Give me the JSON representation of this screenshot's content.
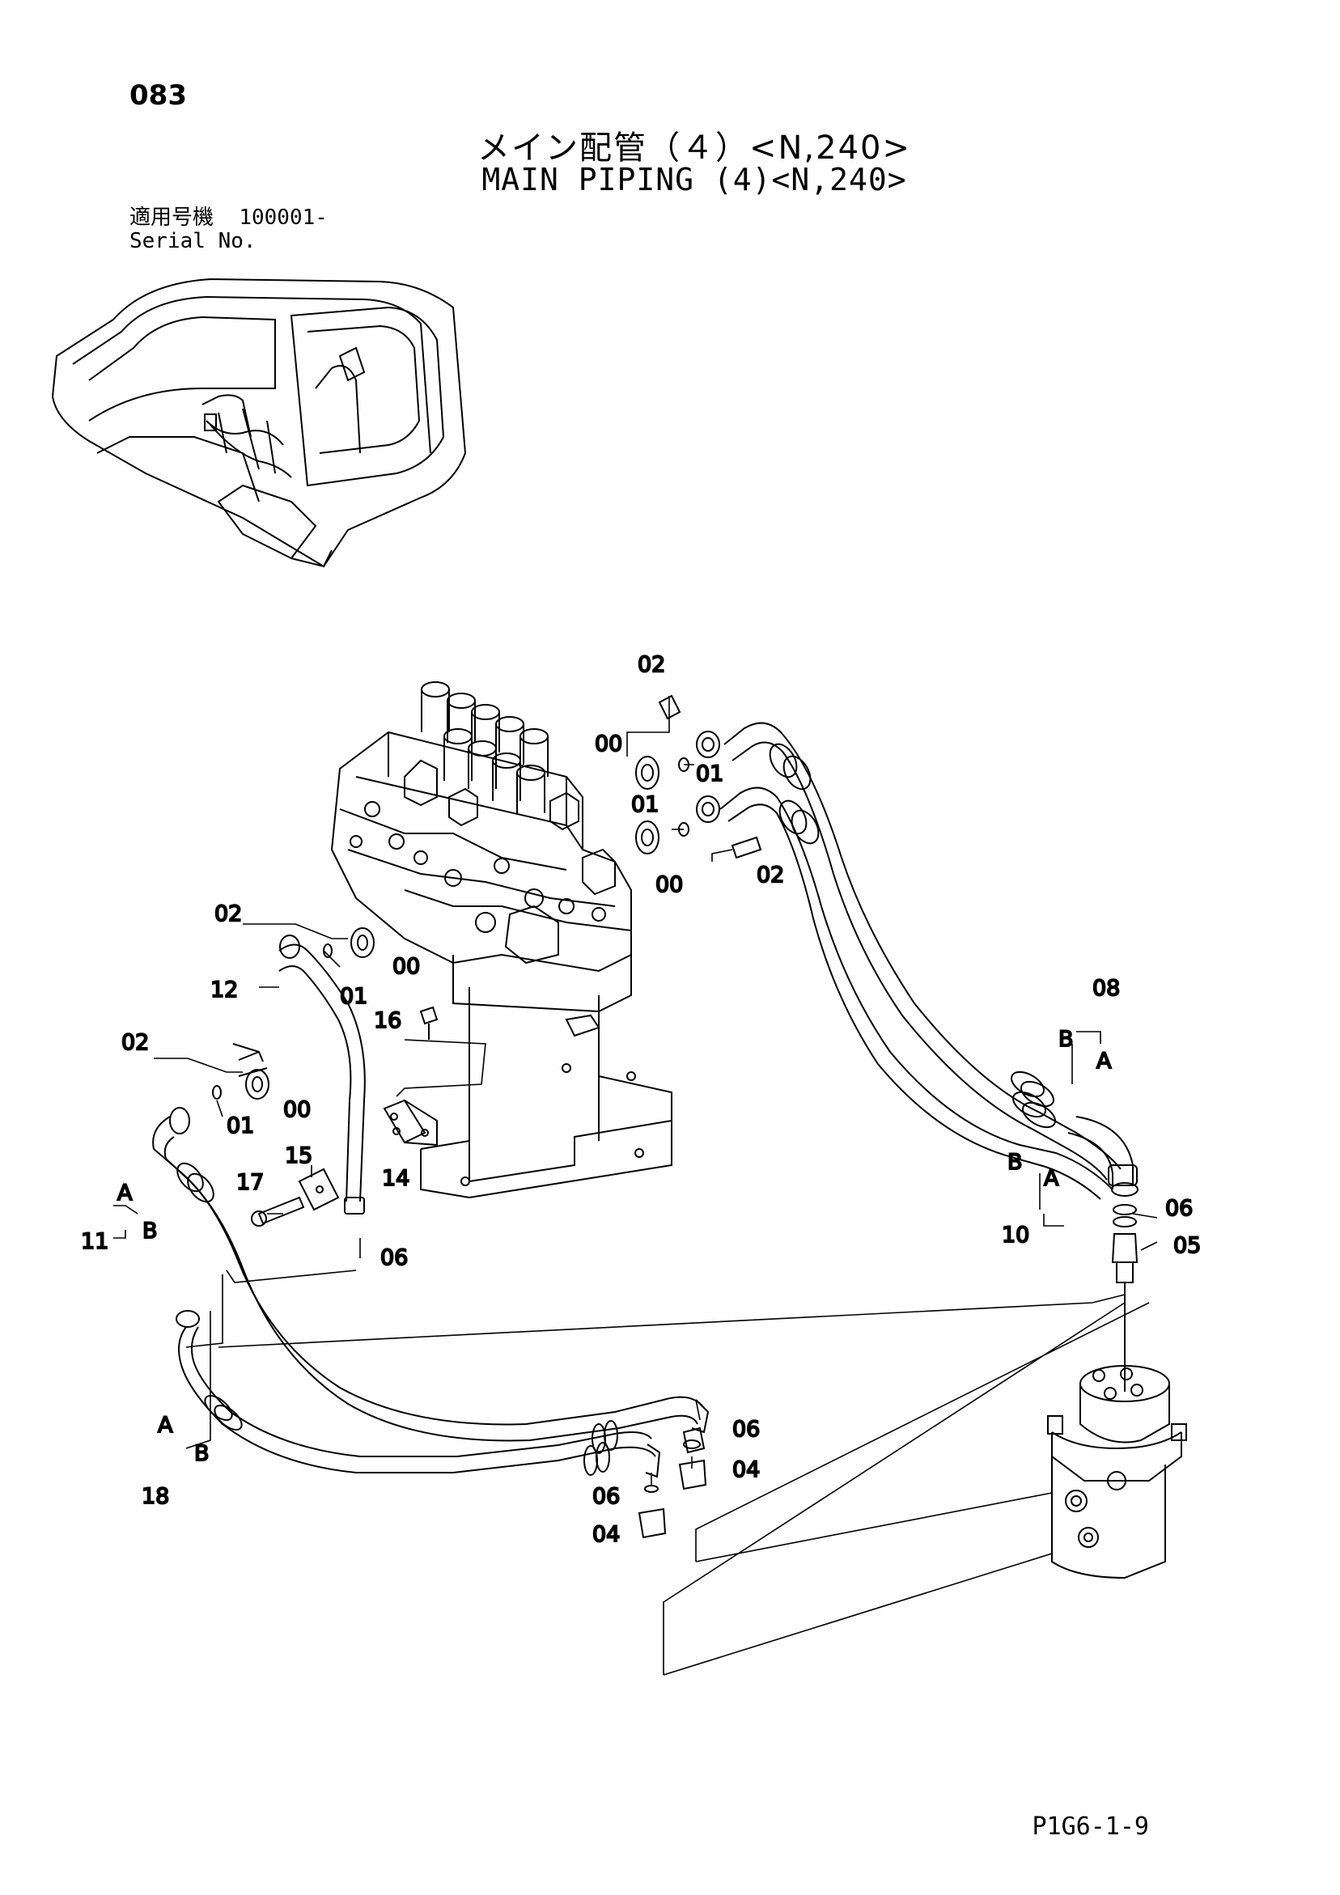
{
  "header": {
    "page_number": "083",
    "title_jp": "メイン配管（４）<N,240>",
    "title_en": "MAIN PIPING (4)<N,240>",
    "serial_label_jp": "適用号機",
    "serial_value": "100001-",
    "serial_label_en": "Serial No."
  },
  "callouts": {
    "c02_top": "02",
    "c00_top": "00",
    "c01_top": "01",
    "c01_mid": "01",
    "c00_mid": "00",
    "c02_mid": "02",
    "c02_left1": "02",
    "c00_left1": "00",
    "c01_left1": "01",
    "c12": "12",
    "c16": "16",
    "c02_left2": "02",
    "c01_left2": "01",
    "c00_left2": "00",
    "c15": "15",
    "c14": "14",
    "c17": "17",
    "c11": "11",
    "c11_a": "A",
    "c11_b": "B",
    "c06_left": "06",
    "c08": "08",
    "c08_b": "B",
    "c08_a": "A",
    "c10": "10",
    "c10_b": "B",
    "c10_a": "A",
    "c06_right": "06",
    "c05": "05",
    "c18": "18",
    "c18_a": "A",
    "c18_b": "B",
    "c06_bottom1": "06",
    "c04_bottom1": "04",
    "c06_bottom2": "06",
    "c04_bottom2": "04"
  },
  "footer": {
    "drawing_code": "P1G6-1-9"
  }
}
